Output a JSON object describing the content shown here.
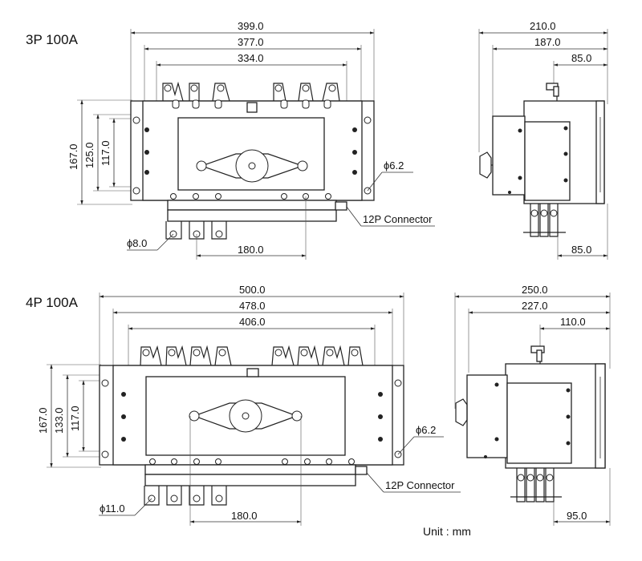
{
  "drawings": [
    {
      "title": "3P 100A",
      "front": {
        "width_dims": [
          "399.0",
          "377.0",
          "334.0"
        ],
        "height_dims": [
          "167.0",
          "125.0",
          "117.0"
        ],
        "mount_hole": "ϕ6.2",
        "terminal_hole": "ϕ8.0",
        "terminal_span": "180.0",
        "connector": "12P Connector"
      },
      "side": {
        "width_dims": [
          "210.0",
          "187.0",
          "85.0"
        ],
        "bottom_dim": "85.0"
      }
    },
    {
      "title": "4P 100A",
      "front": {
        "width_dims": [
          "500.0",
          "478.0",
          "406.0"
        ],
        "height_dims": [
          "167.0",
          "133.0",
          "117.0"
        ],
        "mount_hole": "ϕ6.2",
        "terminal_hole": "ϕ11.0",
        "terminal_span": "180.0",
        "connector": "12P Connector"
      },
      "side": {
        "width_dims": [
          "250.0",
          "227.0",
          "110.0"
        ],
        "bottom_dim": "95.0"
      }
    }
  ],
  "unit_note": "Unit : mm"
}
